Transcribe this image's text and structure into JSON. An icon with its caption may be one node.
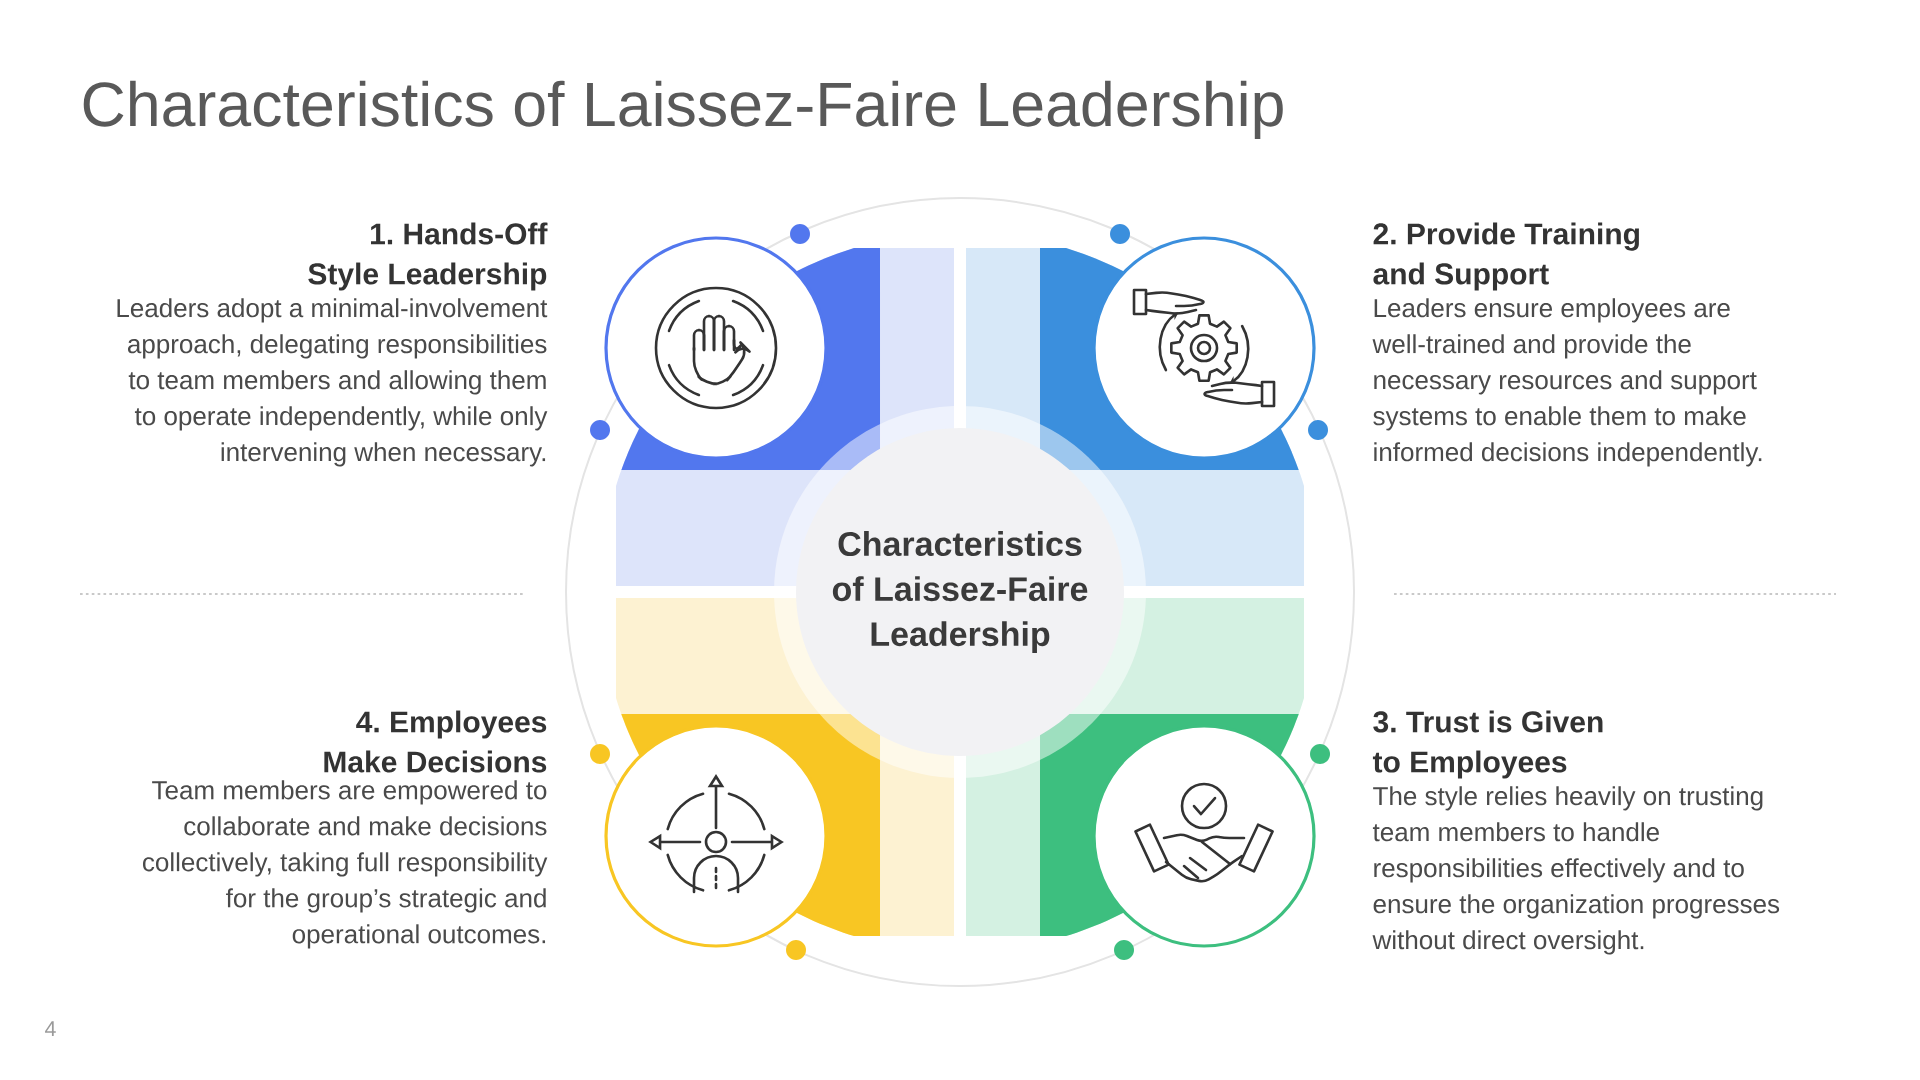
{
  "diagram": {
    "title": "Characteristics of Laissez-Faire Leadership",
    "nodes": [
      {
        "text": [
          "Characteristics of Laissez-Faire Leadership"
        ]
      },
      {
        "text": [],
        "shape": "circle",
        "beside": [
          "1. Hands-Off Style Leadership",
          "Leaders adopt a minimal-involvement approach, delegating responsibilities to team members and allowing them to operate independently, while only intervening when necessary."
        ]
      },
      {
        "text": [],
        "shape": "circle",
        "beside": [
          "2. Provide Training and Support",
          "Leaders ensure employees are well-trained and provide the necessary resources and support systems to enable them to make informed decisions independently."
        ]
      },
      {
        "text": [],
        "shape": "circle",
        "beside": [
          "3. Trust is Given to Employees",
          "The style relies heavily on trusting team members to handle responsibilities effectively and to ensure the organization progresses without direct oversight."
        ]
      },
      {
        "text": [],
        "shape": "circle",
        "beside": [
          "4. Employees Make Decisions",
          "Team members are empowered to collaborate and make decisions collectively, taking full responsibility for the group’s strategic and operational outcomes."
        ]
      }
    ],
    "labels": [
      "4"
    ]
  }
}
